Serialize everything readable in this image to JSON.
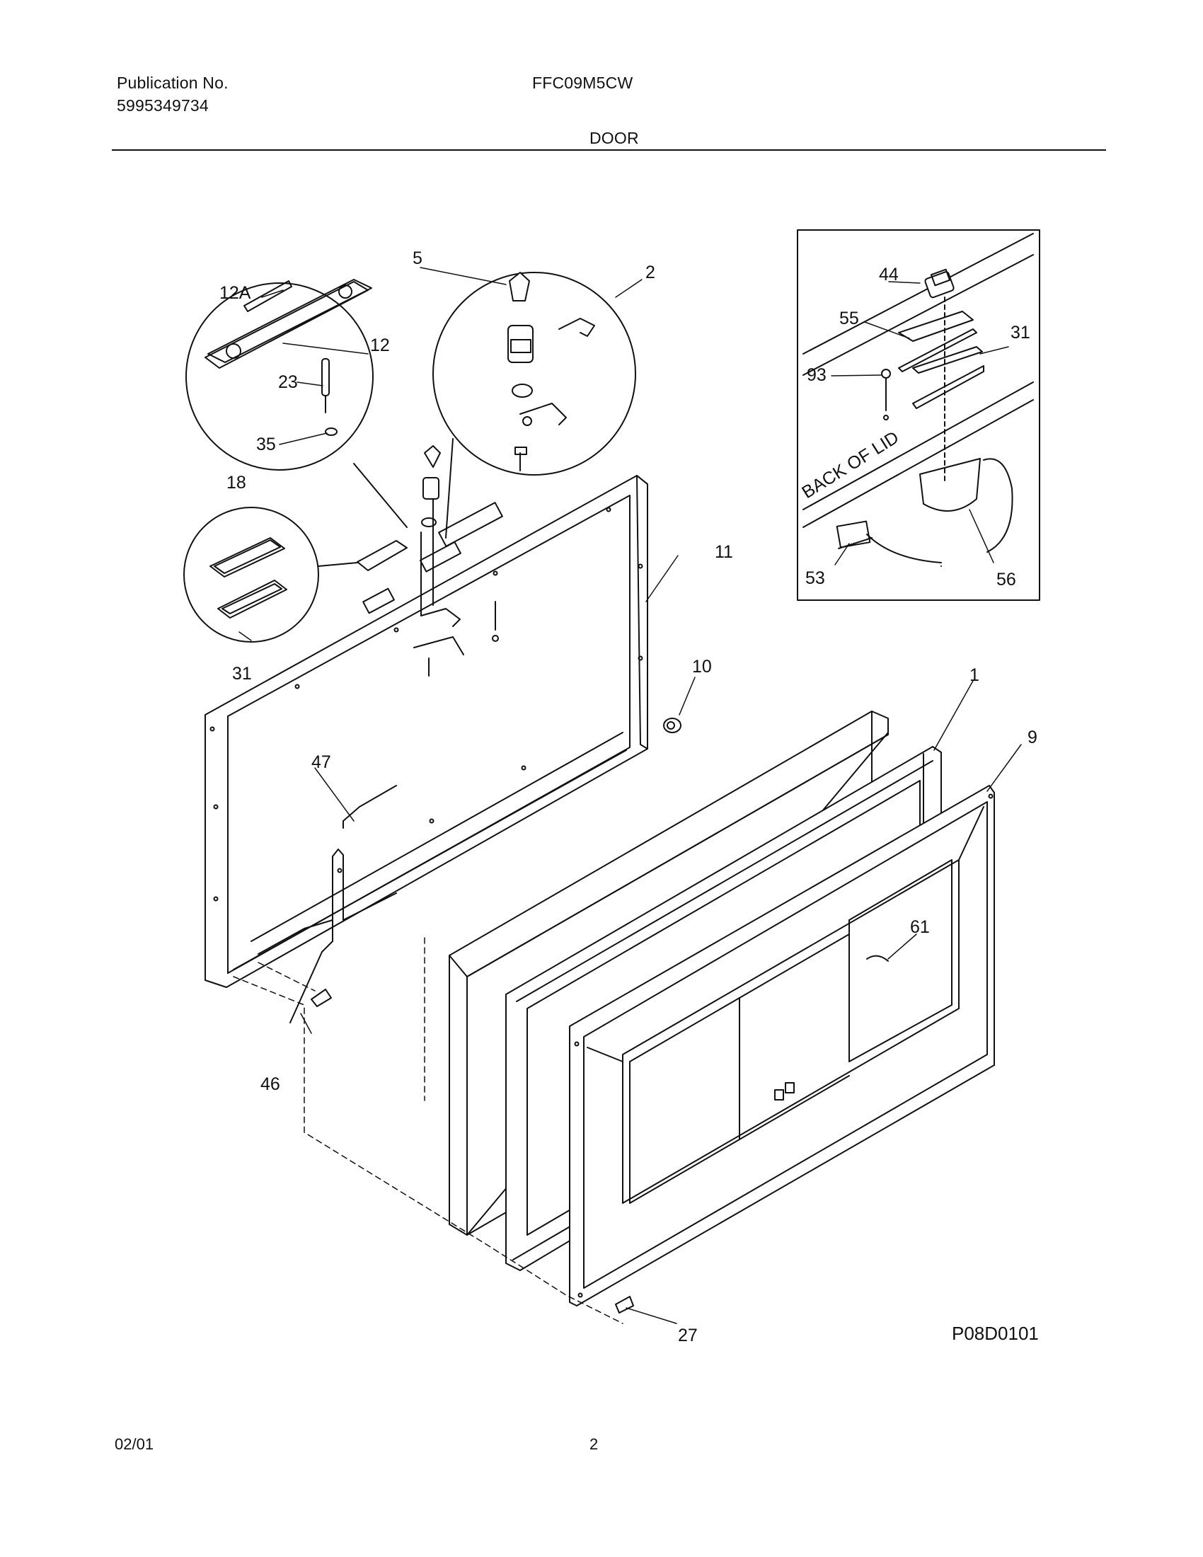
{
  "header": {
    "publication_label": "Publication No.",
    "publication_number": "5995349734",
    "model": "FFC09M5CW",
    "section": "DOOR"
  },
  "diagram": {
    "figure_id": "P08D0101",
    "inset_label": "BACK OF LID",
    "callouts": {
      "c1": "1",
      "c2": "2",
      "c5": "5",
      "c9": "9",
      "c10": "10",
      "c11": "11",
      "c12": "12",
      "c12A": "12A",
      "c18": "18",
      "c23": "23",
      "c27": "27",
      "c31a": "31",
      "c31b": "31",
      "c35": "35",
      "c44": "44",
      "c46": "46",
      "c47": "47",
      "c53": "53",
      "c55": "55",
      "c56": "56",
      "c61": "61",
      "c93": "93"
    }
  },
  "footer": {
    "date": "02/01",
    "page": "2"
  }
}
